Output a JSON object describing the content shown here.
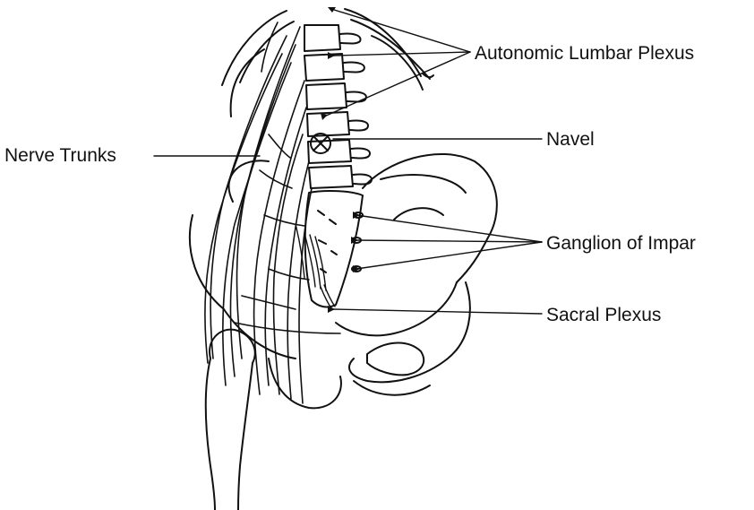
{
  "labels": {
    "autonomic_lumbar_plexus": "Autonomic Lumbar Plexus",
    "navel": "Navel",
    "nerve_trunks": "Nerve Trunks",
    "ganglion_of_impar": "Ganglion of Impar",
    "sacral_plexus": "Sacral Plexus"
  },
  "colors": {
    "ink": "#111111",
    "background": "#ffffff"
  }
}
